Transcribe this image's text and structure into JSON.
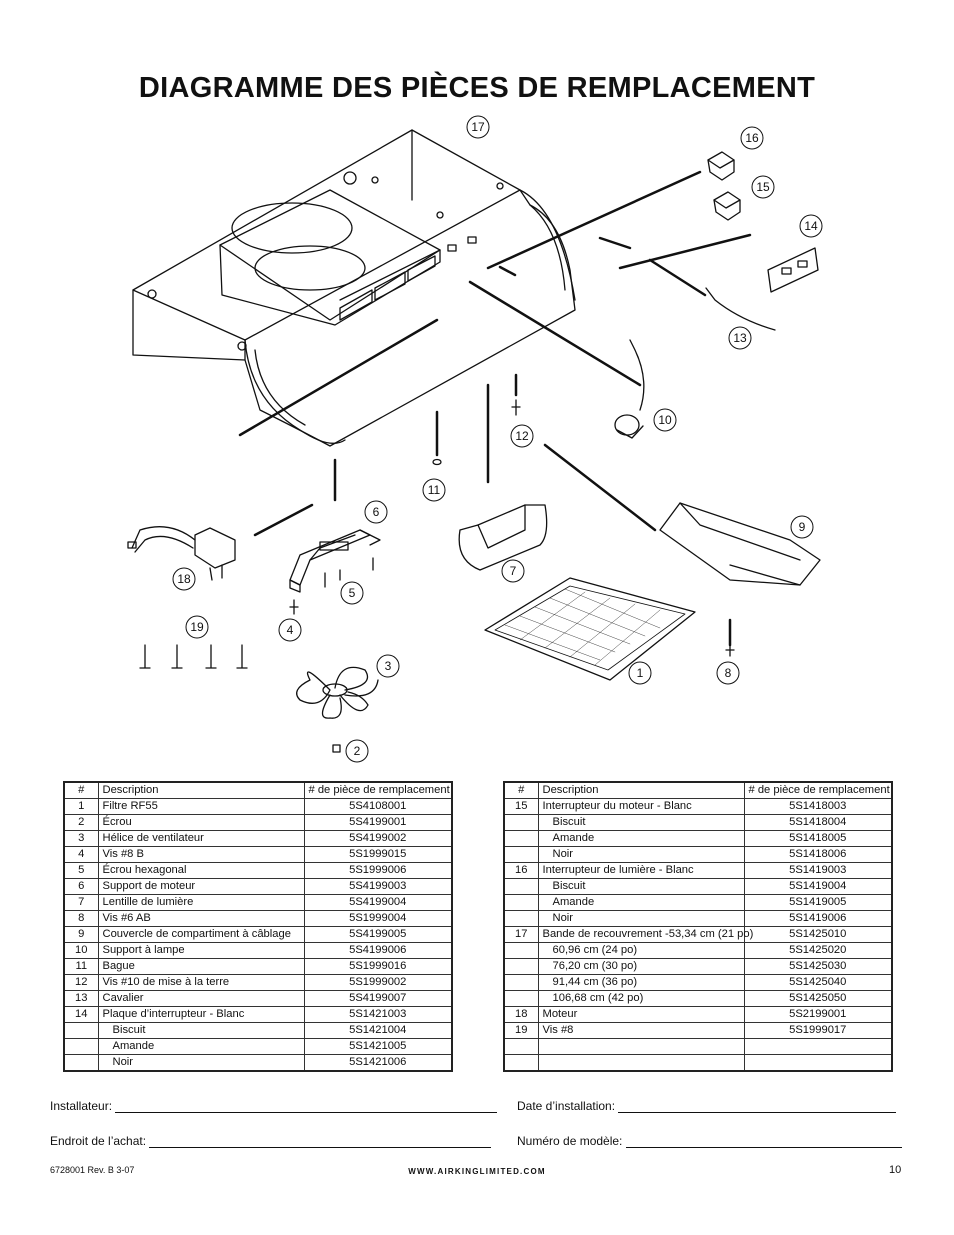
{
  "title": "DIAGRAMME DES PIÈCES DE REMPLACEMENT",
  "callouts": [
    "1",
    "2",
    "3",
    "4",
    "5",
    "6",
    "7",
    "8",
    "9",
    "10",
    "11",
    "12",
    "13",
    "14",
    "15",
    "16",
    "17",
    "18",
    "19"
  ],
  "table_headers": {
    "num": "#",
    "desc": "Description",
    "part": "# de pièce de remplacement"
  },
  "table_left": [
    {
      "num": "1",
      "desc": "Filtre RF55",
      "part": "5S4108001"
    },
    {
      "num": "2",
      "desc": "Écrou",
      "part": "5S4199001"
    },
    {
      "num": "3",
      "desc": "Hélice de ventilateur",
      "part": "5S4199002"
    },
    {
      "num": "4",
      "desc": "Vis #8 B",
      "part": "5S1999015"
    },
    {
      "num": "5",
      "desc": "Écrou hexagonal",
      "part": "5S1999006"
    },
    {
      "num": "6",
      "desc": "Support de moteur",
      "part": "5S4199003"
    },
    {
      "num": "7",
      "desc": "Lentille de lumière",
      "part": "5S4199004"
    },
    {
      "num": "8",
      "desc": "Vis #6 AB",
      "part": "5S1999004"
    },
    {
      "num": "9",
      "desc": "Couvercle de compartiment à câblage",
      "part": "5S4199005"
    },
    {
      "num": "10",
      "desc": "Support à lampe",
      "part": "5S4199006"
    },
    {
      "num": "11",
      "desc": "Bague",
      "part": "5S1999016"
    },
    {
      "num": "12",
      "desc": "Vis #10 de mise à la terre",
      "part": "5S1999002"
    },
    {
      "num": "13",
      "desc": "Cavalier",
      "part": "5S4199007"
    },
    {
      "num": "14",
      "desc": "Plaque d’interrupteur - Blanc",
      "part": "5S1421003"
    },
    {
      "num": "",
      "desc": "Biscuit",
      "part": "5S1421004",
      "indent": true
    },
    {
      "num": "",
      "desc": "Amande",
      "part": "5S1421005",
      "indent": true
    },
    {
      "num": "",
      "desc": "Noir",
      "part": "5S1421006",
      "indent": true
    }
  ],
  "table_right": [
    {
      "num": "15",
      "desc": "Interrupteur du moteur - Blanc",
      "part": "5S1418003"
    },
    {
      "num": "",
      "desc": "Biscuit",
      "part": "5S1418004",
      "indent": true
    },
    {
      "num": "",
      "desc": "Amande",
      "part": "5S1418005",
      "indent": true
    },
    {
      "num": "",
      "desc": "Noir",
      "part": "5S1418006",
      "indent": true
    },
    {
      "num": "16",
      "desc": "Interrupteur de lumière - Blanc",
      "part": "5S1419003"
    },
    {
      "num": "",
      "desc": "Biscuit",
      "part": "5S1419004",
      "indent": true
    },
    {
      "num": "",
      "desc": "Amande",
      "part": "5S1419005",
      "indent": true
    },
    {
      "num": "",
      "desc": "Noir",
      "part": "5S1419006",
      "indent": true
    },
    {
      "num": "17",
      "desc": "Bande de recouvrement -53,34 cm (21 po)",
      "part": "5S1425010"
    },
    {
      "num": "",
      "desc": "60,96 cm (24 po)",
      "part": "5S1425020",
      "indent": true
    },
    {
      "num": "",
      "desc": "76,20 cm (30 po)",
      "part": "5S1425030",
      "indent": true
    },
    {
      "num": "",
      "desc": "91,44 cm (36 po)",
      "part": "5S1425040",
      "indent": true
    },
    {
      "num": "",
      "desc": "106,68 cm (42 po)",
      "part": "5S1425050",
      "indent": true
    },
    {
      "num": "18",
      "desc": "Moteur",
      "part": "5S2199001"
    },
    {
      "num": "19",
      "desc": "Vis #8",
      "part": "5S1999017"
    },
    {
      "num": "",
      "desc": "",
      "part": ""
    },
    {
      "num": "",
      "desc": "",
      "part": ""
    }
  ],
  "fields": {
    "installer": "Installateur:",
    "install_date": "Date d’installation:",
    "purchase_place": "Endroit de l’achat:",
    "model_number": "Numéro de modèle:"
  },
  "footer": {
    "doc_rev": "6728001 Rev. B 3-07",
    "website": "WWW.AIRKINGLIMITED.COM",
    "page_number": "10"
  }
}
